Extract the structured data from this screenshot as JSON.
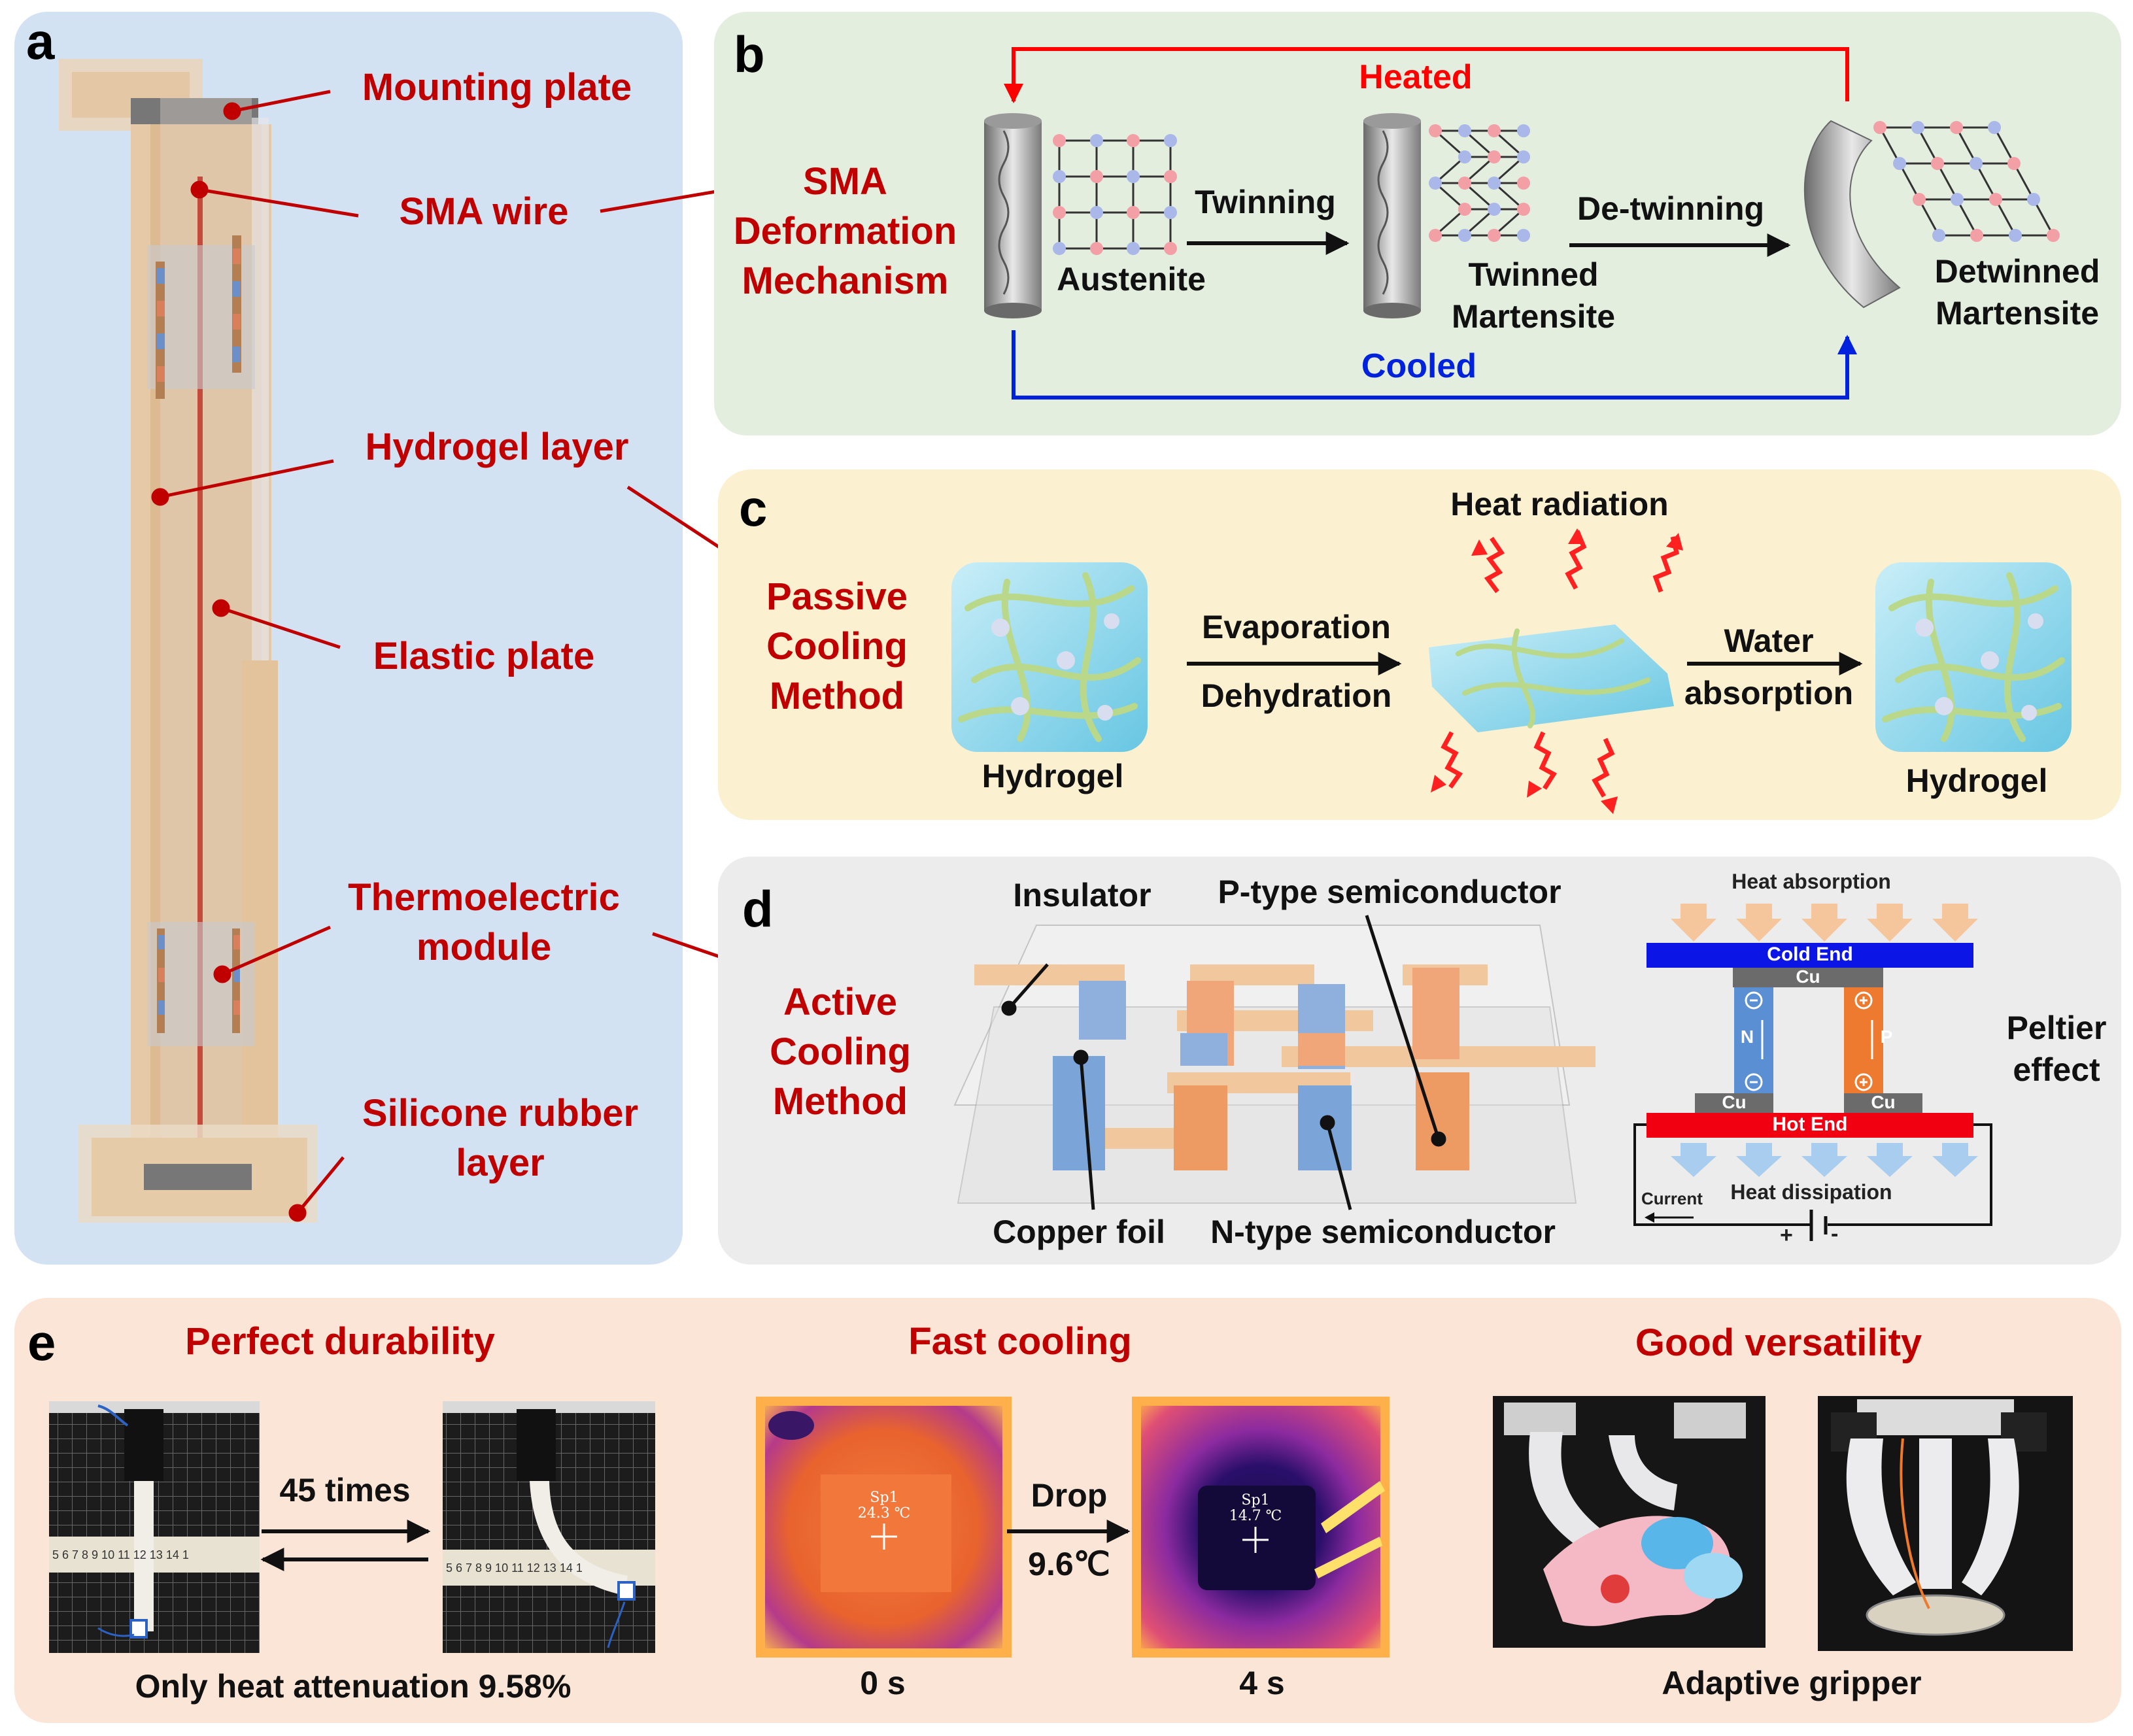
{
  "panels": {
    "a": {
      "letter": "a",
      "labels": {
        "mounting_plate": "Mounting plate",
        "sma_wire": "SMA wire",
        "hydrogel_layer": "Hydrogel layer",
        "elastic_plate": "Elastic plate",
        "thermoelectric_module": "Thermoelectric module",
        "silicone_rubber_layer": "Silicone rubber layer"
      }
    },
    "b": {
      "letter": "b",
      "title": "SMA Deformation Mechanism",
      "heated": "Heated",
      "cooled": "Cooled",
      "austenite": "Austenite",
      "twinning": "Twinning",
      "twinned_martensite": "Twinned Martensite",
      "de_twinning": "De-twinning",
      "detwinned_martensite": "Detwinned Martensite"
    },
    "c": {
      "letter": "c",
      "title": "Passive Cooling Method",
      "heat_radiation": "Heat radiation",
      "evaporation": "Evaporation",
      "dehydration": "Dehydration",
      "water_absorption": "Water absorption",
      "hydrogel_left": "Hydrogel",
      "hydrogel_right": "Hydrogel"
    },
    "d": {
      "letter": "d",
      "title": "Active Cooling Method",
      "insulator": "Insulator",
      "p_type": "P-type semiconductor",
      "copper_foil": "Copper foil",
      "n_type": "N-type semiconductor",
      "heat_absorption": "Heat absorption",
      "cold_end": "Cold End",
      "cu": "Cu",
      "n": "N",
      "p": "P",
      "hot_end": "Hot End",
      "heat_dissipation": "Heat dissipation",
      "current": "Current",
      "plus": "+",
      "minus": "-",
      "peltier": "Peltier effect"
    },
    "e": {
      "letter": "e",
      "durability": {
        "title": "Perfect durability",
        "cycles": "45 times",
        "caption": "Only heat attenuation 9.58%",
        "ruler_numbers": "5 6 7 8 9 10 11 12 13 14 1"
      },
      "cooling": {
        "title": "Fast cooling",
        "drop": "Drop",
        "drop_value": "9.6℃",
        "t0": "0 s",
        "t1": "4 s",
        "sp_label": "Sp1",
        "temp0": "24.3 ℃",
        "temp1": "14.7 ℃"
      },
      "versatility": {
        "title": "Good versatility",
        "caption": "Adaptive gripper"
      }
    }
  },
  "colors": {
    "red_label": "#c00000",
    "heated_arrow": "#ff0000",
    "cooled_arrow": "#0022dd",
    "panel_a_bg": "#d2e2f3",
    "panel_b_bg": "#e3eedf",
    "panel_c_bg": "#fbf0d0",
    "panel_d_bg": "#ececec",
    "panel_e_bg": "#fbe5d6"
  }
}
